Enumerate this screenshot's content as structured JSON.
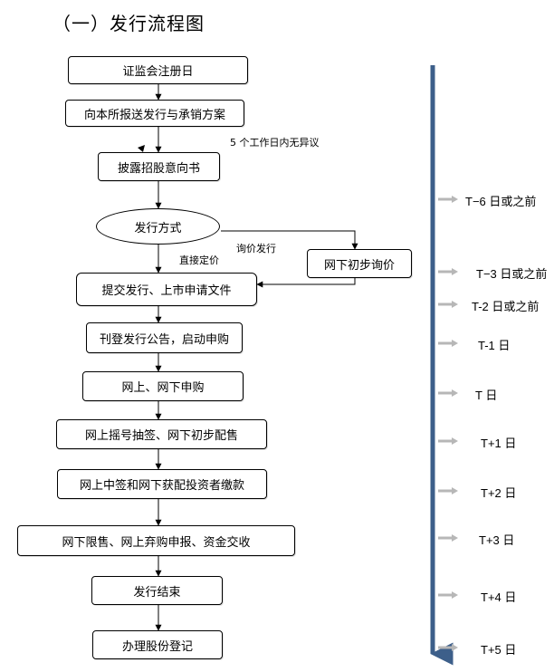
{
  "title": "（一）发行流程图",
  "steps": {
    "s1": "证监会注册日",
    "s2": "向本所报送发行与承销方案",
    "s3": "披露招股意向书",
    "s4": "发行方式",
    "s5": "网下初步询价",
    "s6": "提交发行、上市申请文件",
    "s7": "刊登发行公告，启动申购",
    "s8": "网上、网下申购",
    "s9": "网上摇号抽签、网下初步配售",
    "s10": "网上中签和网下获配投资者缴款",
    "s11": "网下限售、网上弃购申报、资金交收",
    "s12": "发行结束",
    "s13": "办理股份登记"
  },
  "notes": {
    "no_objection": "5 个工作日内无异议",
    "inquiry": "询价发行",
    "direct": "直接定价"
  },
  "timeline": {
    "color": "#3d5f8a",
    "arrow_color": "#b7b7b7",
    "labels": [
      "T−6 日或之前",
      "T−3 日或之前",
      "T-2 日或之前",
      "T-1 日",
      "T 日",
      "T+1 日",
      "T+2 日",
      "T+3 日",
      "T+4 日",
      "T+5 日"
    ]
  }
}
